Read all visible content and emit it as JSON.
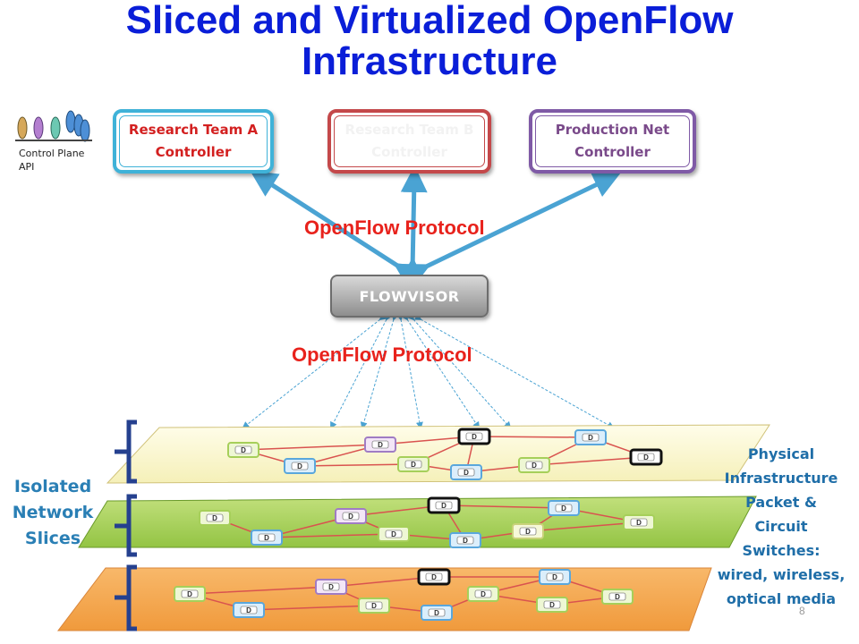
{
  "title": {
    "line1": "Sliced and Virtualized OpenFlow",
    "line2": "Infrastructure"
  },
  "api_label": {
    "line1": "Control Plane",
    "line2": "API"
  },
  "controllers": [
    {
      "line1": "Research Team A",
      "line2": "Controller",
      "border_color": "#3fb2d8",
      "text_color": "#d32020"
    },
    {
      "line1": "Research Team B",
      "line2": "Controller",
      "border_color": "#c4484a",
      "text_color": "#f2f2f2"
    },
    {
      "line1": "Production Net",
      "line2": "Controller",
      "border_color": "#7f5aa6",
      "text_color": "#7a4a8a"
    }
  ],
  "protocol_upper": "OpenFlow Protocol",
  "protocol_lower": "OpenFlow Protocol",
  "flowvisor": "FLOWVISOR",
  "slices_label": [
    "Isolated",
    "Network",
    "Slices"
  ],
  "physical_label": [
    "Physical",
    "Infrastructure",
    "Packet &",
    "Circuit",
    "Switches:",
    "wired, wireless,",
    "optical media"
  ],
  "switch_label": "D",
  "page_number": "8",
  "colors": {
    "title": "#0a1ed8",
    "protocol": "#e8221c",
    "side_labels": "#2a7fb5",
    "layer_top": "#fbf7d2",
    "layer_middle": "#a7d25b",
    "layer_bottom": "#f6a550",
    "bracket": "#25408f",
    "link": "#d9534f",
    "arrow": "#4aa3d3"
  }
}
